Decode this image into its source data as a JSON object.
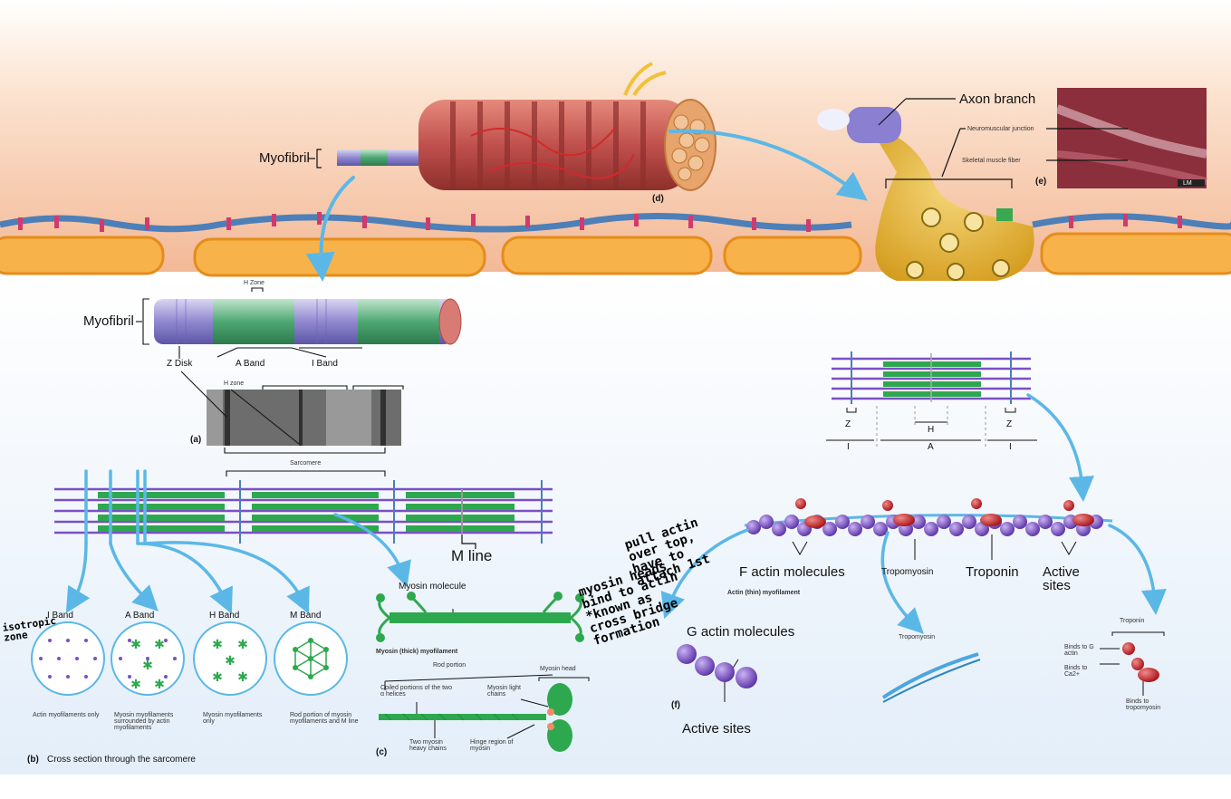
{
  "labels": {
    "myofibril_top": "Myofibril",
    "panel_d": "(d)",
    "panel_e": "(e)",
    "axon_branch": "Axon branch",
    "neuromuscular_junction": "Neuromuscular junction",
    "skeletal_muscle_fiber": "Skeletal muscle fiber",
    "micrograph_tag": "LM",
    "h_zone_top": "H Zone",
    "myofibril_mid": "Myofibril",
    "z_disk": "Z Disk",
    "a_band": "A Band",
    "i_band": "I Band",
    "h_zone": "H zone",
    "panel_a": "(a)",
    "sarcomere": "Sarcomere",
    "m_line": "M line",
    "z_left": "Z",
    "z_right": "Z",
    "h_right": "H",
    "i_left": "I",
    "a_right": "A",
    "i_right": "I"
  },
  "cross_section": {
    "title_letter": "(b)",
    "title_text": "Cross section through the sarcomere",
    "items": [
      {
        "label": "I Band",
        "caption": "Actin myofilaments only"
      },
      {
        "label": "A Band",
        "caption": "Myosin myofilaments surrounded by actin myofilaments"
      },
      {
        "label": "H Band",
        "caption": "Myosin myofilaments only"
      },
      {
        "label": "M Band",
        "caption": "Rod portion of myosin myofilaments and M line"
      }
    ]
  },
  "myosin": {
    "panel": "(c)",
    "molecule": "Myosin molecule",
    "filament": "Myosin (thick) myofilament",
    "rod": "Rod portion",
    "head": "Myosin head",
    "coiled": "Coiled portions of the two α helices",
    "light_chains": "Myosin light chains",
    "heavy_chains": "Two myosin heavy chains",
    "hinge": "Hinge region of myosin"
  },
  "actin": {
    "f_actin": "F actin molecules",
    "thin_filament": "Actin (thin) myofilament",
    "tropomyosin": "Tropomyosin",
    "troponin": "Troponin",
    "active_sites": "Active sites",
    "g_actin": "G actin molecules",
    "panel": "(f)",
    "g_active_sites": "Active sites",
    "tropomyosin_detail": "Tropomyosin",
    "troponin_detail": "Troponin",
    "binds_g_actin": "Binds to G actin",
    "binds_ca": "Binds to Ca2+",
    "binds_tropomyosin": "Binds to tropomyosin"
  },
  "handwritten": {
    "note1": "pull actin over top, have to attach 1st",
    "note2": "myosin heads bind to actin *known as cross bridge formation",
    "note3": "isotropic zone"
  },
  "colors": {
    "tissue_bg": "#f6c9a8",
    "muscle_red": "#c0504d",
    "membrane_blue": "#4d7fb8",
    "arrow_blue": "#5bb8e6",
    "actin_purple": "#7b4fc4",
    "myosin_green": "#2ea84f",
    "troponin_red": "#c4161c",
    "panel_bg_bottom": "#e8f1fa"
  }
}
